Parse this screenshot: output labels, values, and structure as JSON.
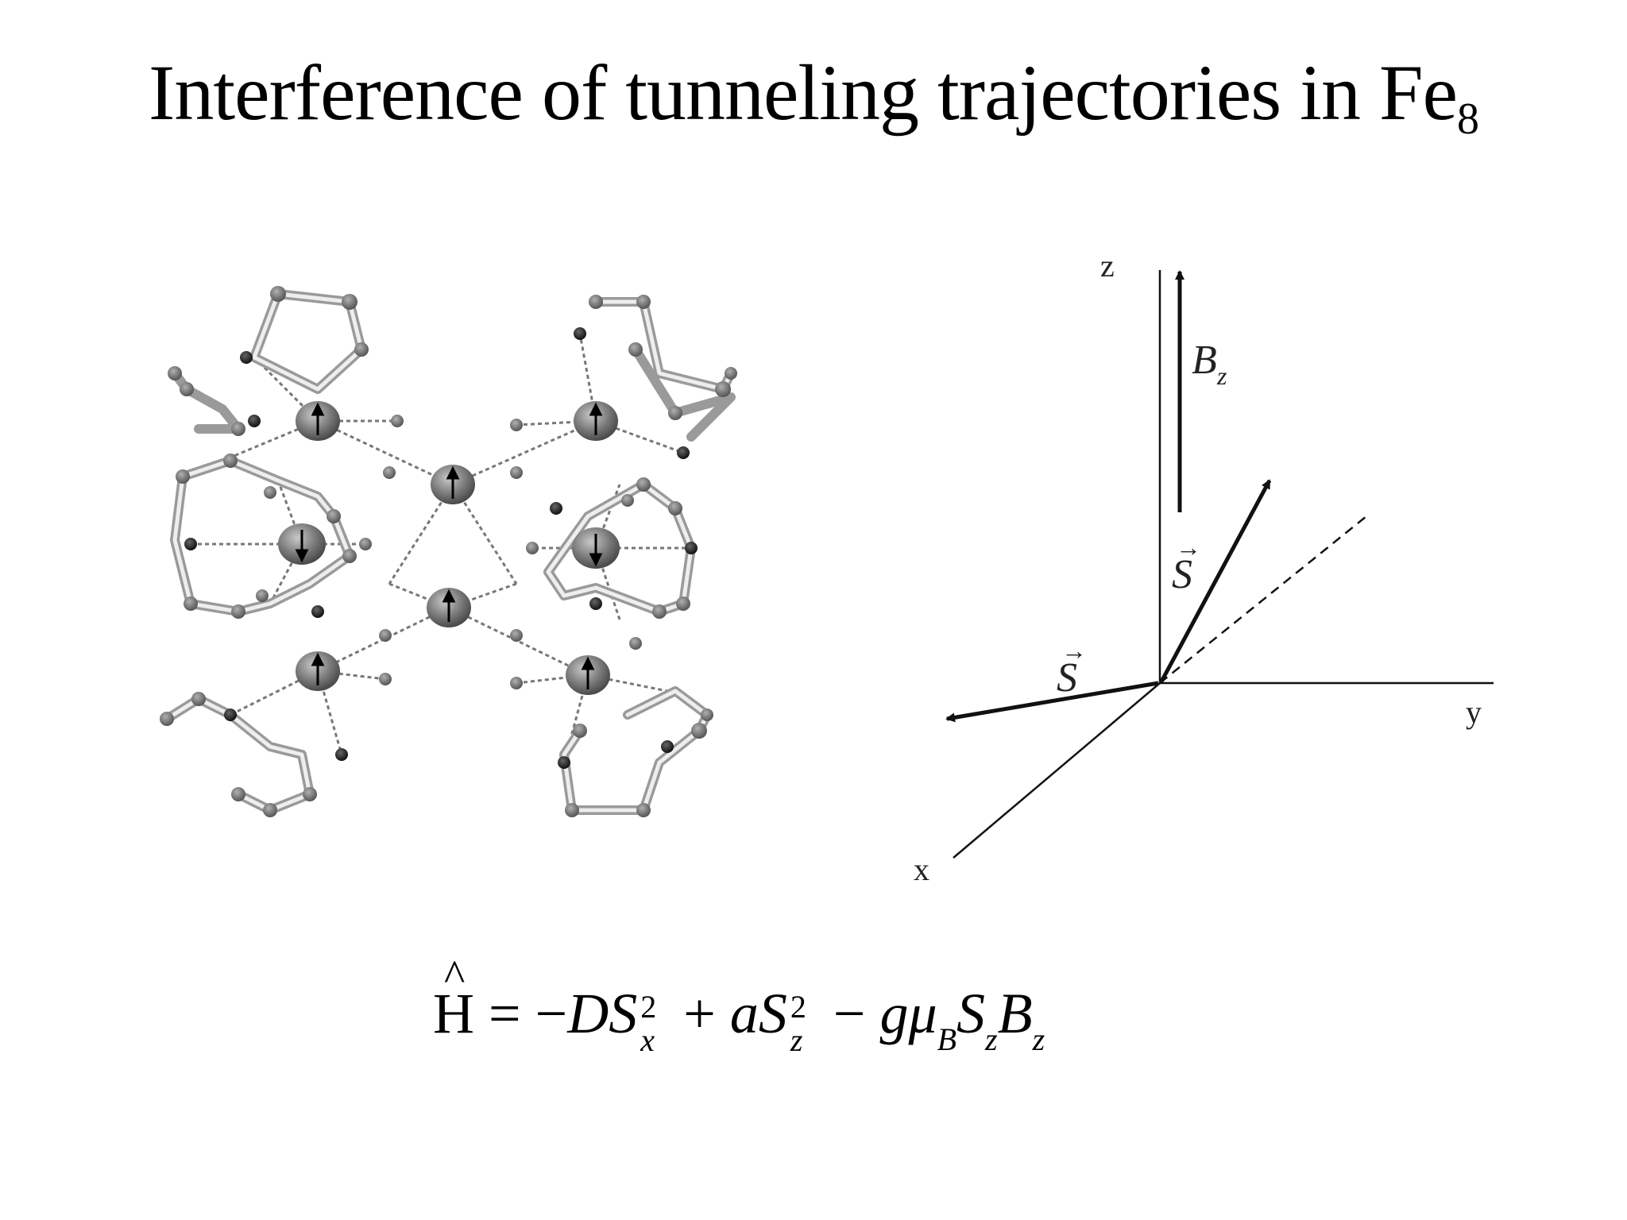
{
  "title": {
    "text": "Interference of  tunneling trajectories in Fe",
    "subscript": "8"
  },
  "figure": {
    "axis_labels": {
      "z": "z",
      "y": "y",
      "x": "x"
    },
    "field_label": {
      "base": "B",
      "sub": "z"
    },
    "spin_label_upper": "S",
    "spin_label_lower": "S",
    "vector_arrow": "→"
  },
  "hamiltonian": {
    "H": "H",
    "eq": " = −",
    "D": "D",
    "S1": "S",
    "S1_sup": "2",
    "S1_sub": "x",
    "plus": " + ",
    "a": "a",
    "S2": "S",
    "S2_sup": "2",
    "S2_sub": "z",
    "minus": " − ",
    "g": "g",
    "mu": "μ",
    "mu_sub": "B",
    "S3": "S",
    "S3_sub": "z",
    "B": "B",
    "B_sub": "z"
  },
  "colors": {
    "ink": "#000000",
    "atom": "#888888",
    "bond": "#cfcfcf",
    "dark_atom": "#222222"
  },
  "icons": {
    "spin_up": "up-arrow-icon",
    "spin_down": "down-arrow-icon"
  }
}
